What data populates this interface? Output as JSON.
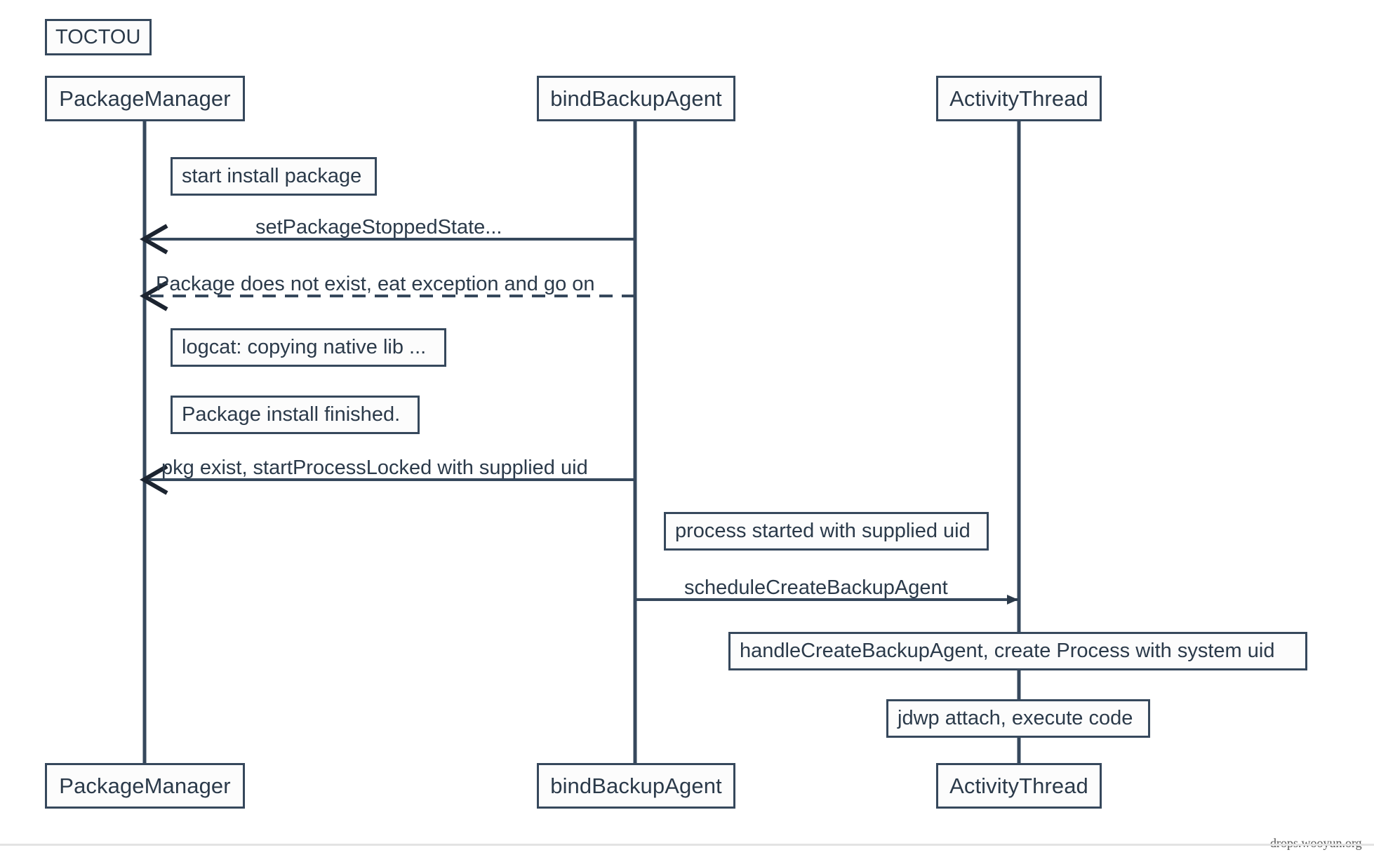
{
  "diagram": {
    "title": "TOCTOU",
    "type": "uml-sequence-diagram",
    "colors": {
      "stroke": "#36485c",
      "text": "#2b3a4a",
      "background": "#ffffff",
      "note_fill": "#fcfcfc"
    },
    "watermark": "drops.wooyun.org"
  },
  "lifelines": [
    {
      "id": "packagemanager",
      "label": "PackageManager"
    },
    {
      "id": "bindbackupagent",
      "label": "bindBackupAgent"
    },
    {
      "id": "activitythread",
      "label": "ActivityThread"
    }
  ],
  "lifelines_bottom": [
    {
      "id": "packagemanager-bottom",
      "label": "PackageManager"
    },
    {
      "id": "bindbackupagent-bottom",
      "label": "bindBackupAgent"
    },
    {
      "id": "activitythread-bottom",
      "label": "ActivityThread"
    }
  ],
  "notes": [
    {
      "id": "note-start-install",
      "text": "start install package",
      "on": "packagemanager"
    },
    {
      "id": "note-logcat",
      "text": "logcat: copying native lib ...",
      "on": "packagemanager"
    },
    {
      "id": "note-install-finished",
      "text": "Package install finished.",
      "on": "packagemanager"
    },
    {
      "id": "note-process-started",
      "text": "process started with supplied uid",
      "on": "bindbackupagent"
    },
    {
      "id": "note-handle-create",
      "text": "handleCreateBackupAgent, create Process with system uid",
      "on": "activitythread"
    },
    {
      "id": "note-jdwp",
      "text": "jdwp attach, execute code",
      "on": "activitythread"
    }
  ],
  "messages": [
    {
      "id": "msg-setpackagestoppedstate",
      "label": "setPackageStoppedState...",
      "from": "bindbackupagent",
      "to": "packagemanager",
      "direction": "left",
      "style": "solid",
      "arrowhead": "open"
    },
    {
      "id": "msg-package-not-exist",
      "label": "Package does not exist, eat exception and go on",
      "from": "bindbackupagent",
      "to": "packagemanager",
      "direction": "left",
      "style": "dashed",
      "arrowhead": "open"
    },
    {
      "id": "msg-pkg-exist",
      "label": "pkg exist, startProcessLocked with supplied uid",
      "from": "bindbackupagent",
      "to": "packagemanager",
      "direction": "left",
      "style": "solid",
      "arrowhead": "open"
    },
    {
      "id": "msg-schedulecreatebackupagent",
      "label": "scheduleCreateBackupAgent",
      "from": "bindbackupagent",
      "to": "activitythread",
      "direction": "right",
      "style": "solid",
      "arrowhead": "filled"
    }
  ]
}
